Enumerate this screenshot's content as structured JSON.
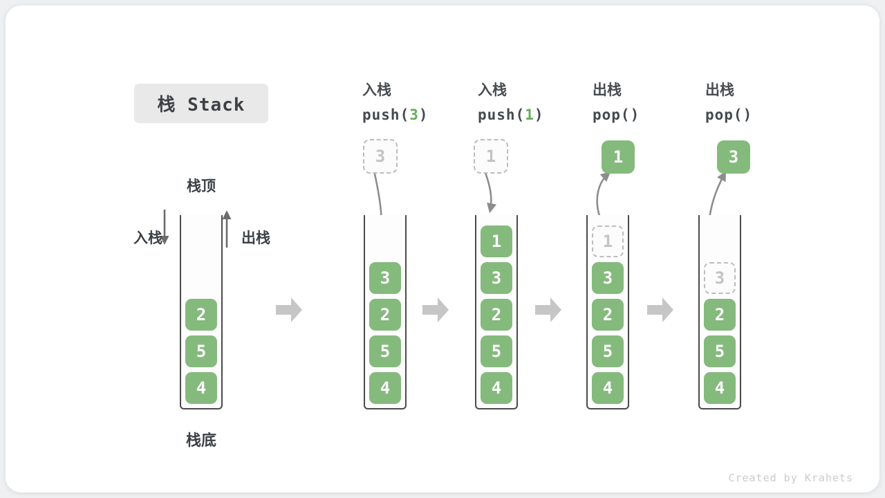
{
  "title": "栈 Stack",
  "side_labels": {
    "stack_top": "栈顶",
    "stack_bottom": "栈底",
    "push": "入栈",
    "pop": "出栈"
  },
  "watermark": "Created by Krahets",
  "columns": {
    "initial": {
      "cells": [
        "2",
        "5",
        "4"
      ]
    },
    "push3": {
      "label": "入栈",
      "code_pre": "push(",
      "code_arg": "3",
      "code_post": ")",
      "incoming_value": "3",
      "cells": [
        "3",
        "2",
        "5",
        "4"
      ]
    },
    "push1": {
      "label": "入栈",
      "code_pre": "push(",
      "code_arg": "1",
      "code_post": ")",
      "incoming_value": "1",
      "cells": [
        "1",
        "3",
        "2",
        "5",
        "4"
      ]
    },
    "pop1": {
      "label": "出栈",
      "code": "pop()",
      "popped_value": "1",
      "ghost_value": "1",
      "cells": [
        "3",
        "2",
        "5",
        "4"
      ]
    },
    "pop2": {
      "label": "出栈",
      "code": "pop()",
      "popped_value": "3",
      "ghost_value": "3",
      "cells": [
        "2",
        "5",
        "4"
      ]
    }
  },
  "colors": {
    "cell_green": "#85BA7D",
    "code_arg_green": "#64AC58",
    "block_arrow_gray": "#C6C6C6",
    "curve_arrow_gray": "#8D8D8D",
    "side_arrow_dark": "#6B6B6B",
    "ghost_border": "#BCBCBC",
    "ghost_text": "#C3C3C3",
    "title_bg": "#E9E9E9",
    "text_dark": "#3D4146",
    "watermark_gray": "#CBCBCB"
  }
}
